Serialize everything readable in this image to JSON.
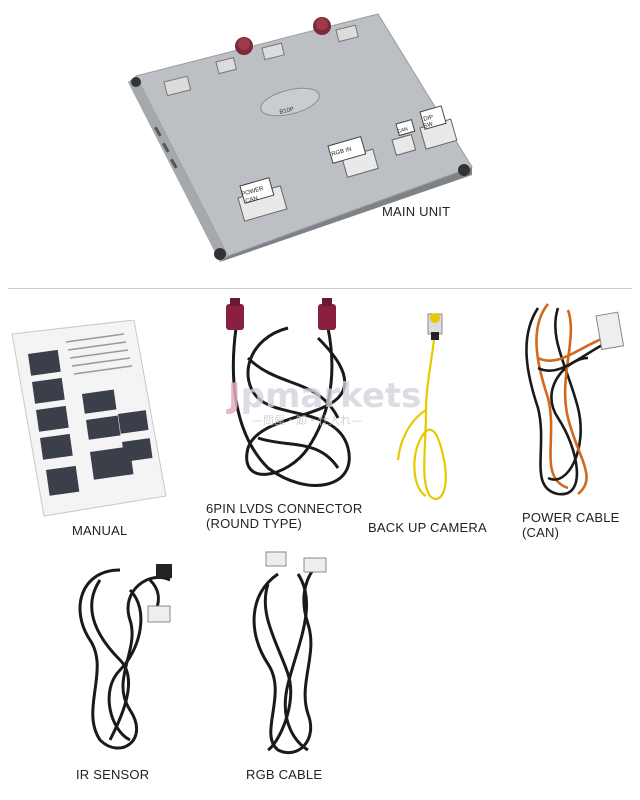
{
  "labels": {
    "main_unit": "MAIN UNIT",
    "manual": "MANUAL",
    "lvds_line1": "6PIN LVDS CONNECTOR",
    "lvds_line2": "(ROUND TYPE)",
    "camera": "BACK UP CAMERA",
    "power_line1": "POWER CABLE",
    "power_line2": "(CAN)",
    "ir": "IR SENSOR",
    "rgb": "RGB CABLE"
  },
  "unit_panel": {
    "power": "POWER",
    "can_port": "CAN",
    "rgb_in": "RGB IN",
    "can": "CAN",
    "dip": "DIP",
    "sw": "SW",
    "brand": "B10P"
  },
  "watermark": {
    "main_j": "J",
    "main_rest": "pmarkets",
    "sub": "—問屋・卸・仕入れ—"
  },
  "colors": {
    "unit_body": "#b9bcc0",
    "cable_black": "#1a1a1a",
    "cable_orange": "#d2691e",
    "cable_yellow": "#e8c800",
    "connector_wine": "#8a2040"
  }
}
